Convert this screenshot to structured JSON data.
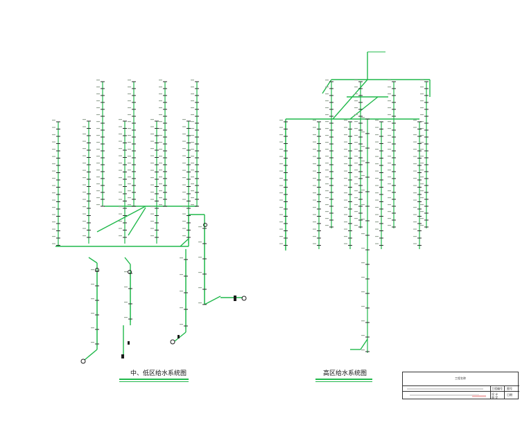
{
  "diagrams": {
    "left": {
      "caption": "中、低区给水系统图"
    },
    "right": {
      "caption": "高区给水系统图"
    }
  },
  "title_block": {
    "header_label": "工程名称",
    "row_labels": [
      "工程编号",
      "设  计",
      "审  定"
    ],
    "right_labels": [
      "图号",
      "日期"
    ]
  },
  "colors": {
    "pipe": "#1fb84a",
    "fixture": "#2a2a2a",
    "background": "#ffffff"
  }
}
